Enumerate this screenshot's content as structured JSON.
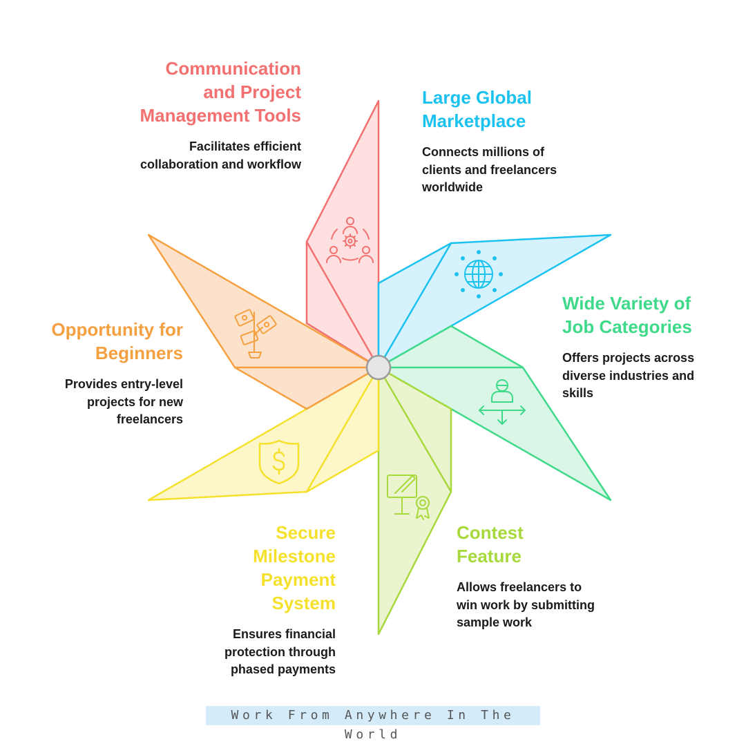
{
  "colors": {
    "communication": "#f27070",
    "marketplace": "#1cc2ef",
    "job_categories": "#3fd98a",
    "contest": "#a8d93c",
    "milestone": "#f5e12c",
    "beginners": "#f5a040"
  },
  "items": [
    {
      "key": "communication",
      "title": "Communication and Project Management Tools",
      "description": "Facilitates efficient collaboration and workflow",
      "icon": "team-gear-icon"
    },
    {
      "key": "marketplace",
      "title": "Large Global Marketplace",
      "description": "Connects millions of clients and freelancers worldwide",
      "icon": "globe-icon"
    },
    {
      "key": "job_categories",
      "title": "Wide Variety of Job Categories",
      "description": "Offers projects across diverse industries and skills",
      "icon": "person-arrows-icon"
    },
    {
      "key": "contest",
      "title": "Contest Feature",
      "description": "Allows freelancers to win work by submitting sample work",
      "icon": "design-award-icon"
    },
    {
      "key": "milestone",
      "title": "Secure Milestone Payment System",
      "description": "Ensures financial protection through phased payments",
      "icon": "dollar-shield-icon"
    },
    {
      "key": "beginners",
      "title": "Opportunity for Beginners",
      "description": "Provides entry-level projects for new freelancers",
      "icon": "money-plant-icon"
    }
  ],
  "footer": "Work From Anywhere In The World"
}
